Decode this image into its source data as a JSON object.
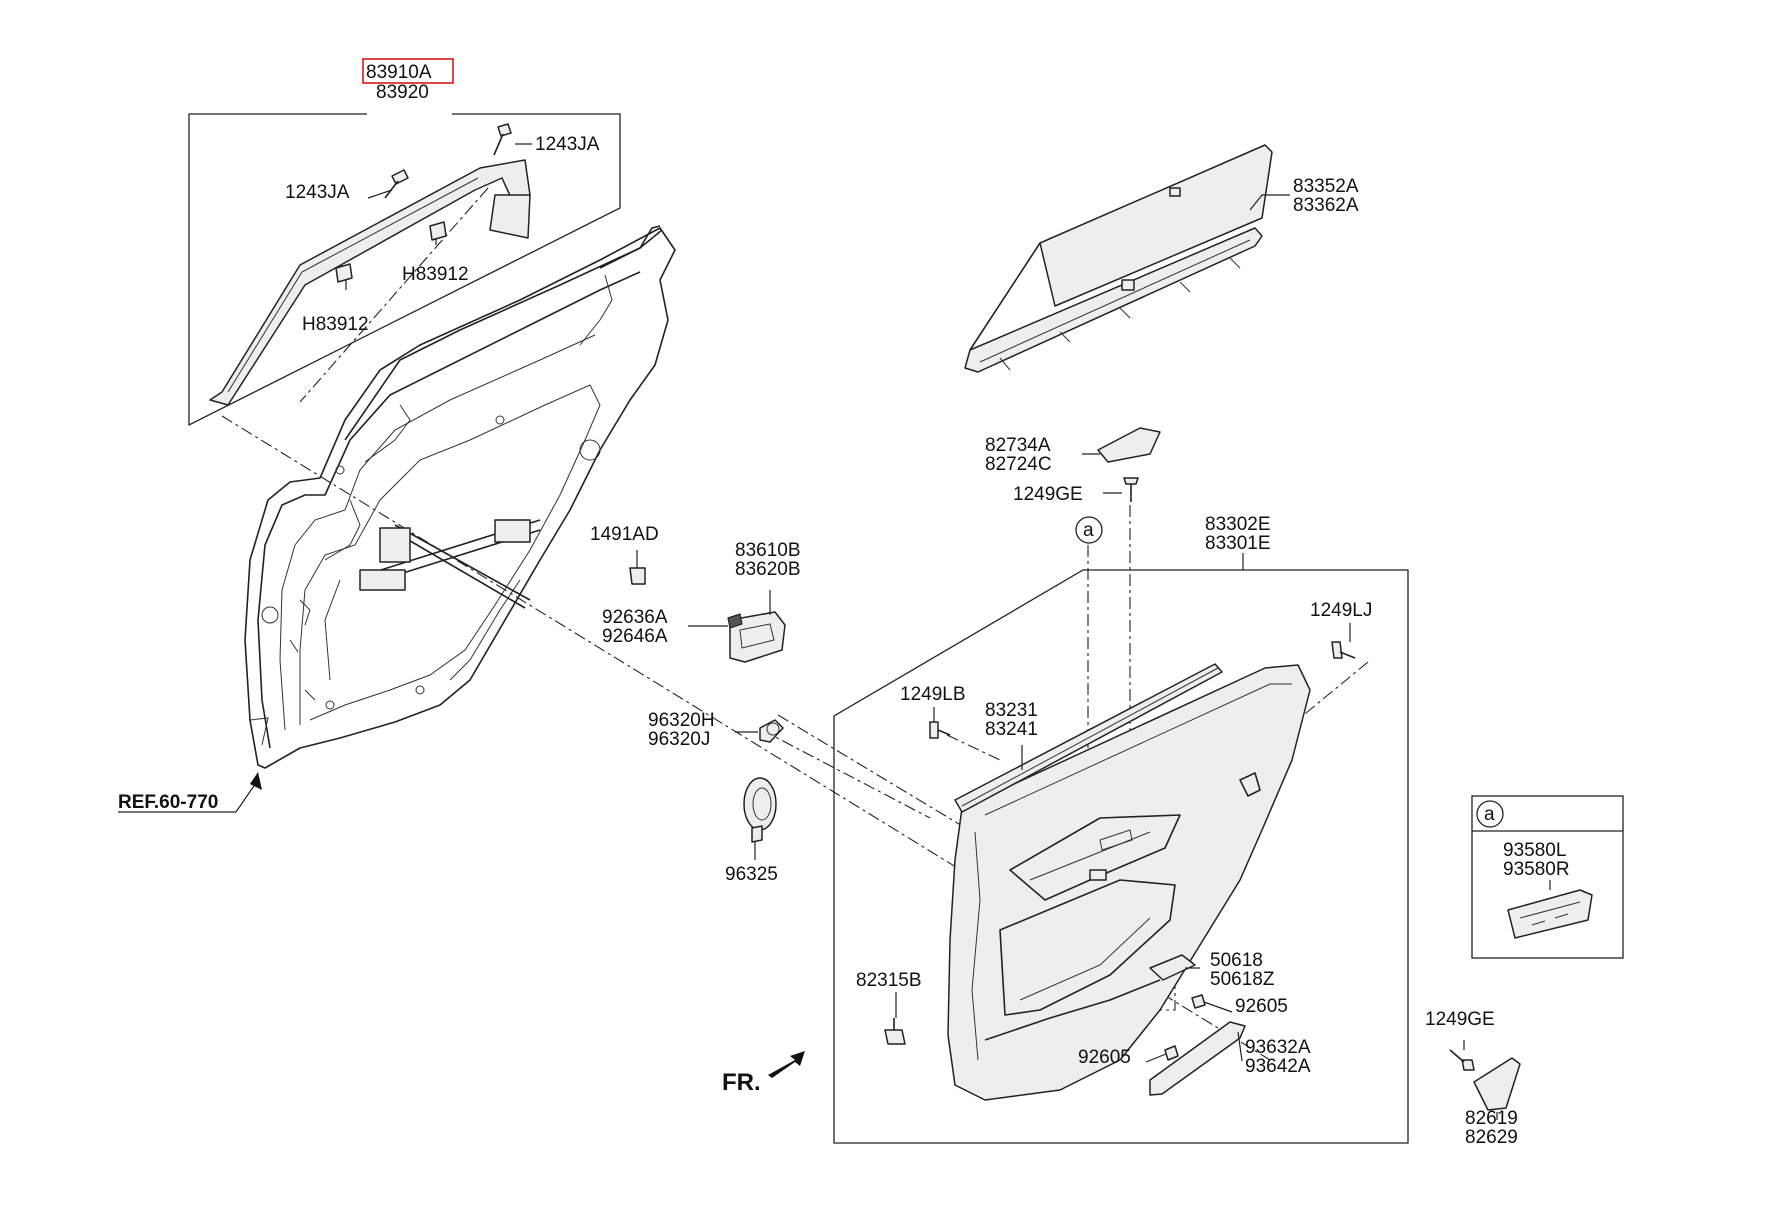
{
  "highlight": {
    "color": "#e03030"
  },
  "labels": {
    "p83910a": "83910A",
    "p83920": "83920",
    "p1243ja_a": "1243JA",
    "p1243ja_b": "1243JA",
    "h83912_a": "H83912",
    "h83912_b": "H83912",
    "p83352a": "83352A",
    "p83362a": "83362A",
    "p82734a": "82734A",
    "p82724c": "82724C",
    "p1249ge_a": "1249GE",
    "circle_a_main": "a",
    "p83302e": "83302E",
    "p83301e": "83301E",
    "p1491ad": "1491AD",
    "p83610b": "83610B",
    "p83620b": "83620B",
    "p92636a": "92636A",
    "p92646a": "92646A",
    "p1249lj": "1249LJ",
    "p1249lb": "1249LB",
    "p83231": "83231",
    "p83241": "83241",
    "p96320h": "96320H",
    "p96320j": "96320J",
    "p96325": "96325",
    "ref": "REF.60-770",
    "circle_a_inset": "a",
    "p93580l": "93580L",
    "p93580r": "93580R",
    "p50618": "50618",
    "p50618z": "50618Z",
    "p82315b": "82315B",
    "p92605_a": "92605",
    "p92605_b": "92605",
    "p93632a": "93632A",
    "p93642a": "93642A",
    "p1249ge_b": "1249GE",
    "p82619": "82619",
    "p82629": "82629",
    "fr": "FR."
  }
}
